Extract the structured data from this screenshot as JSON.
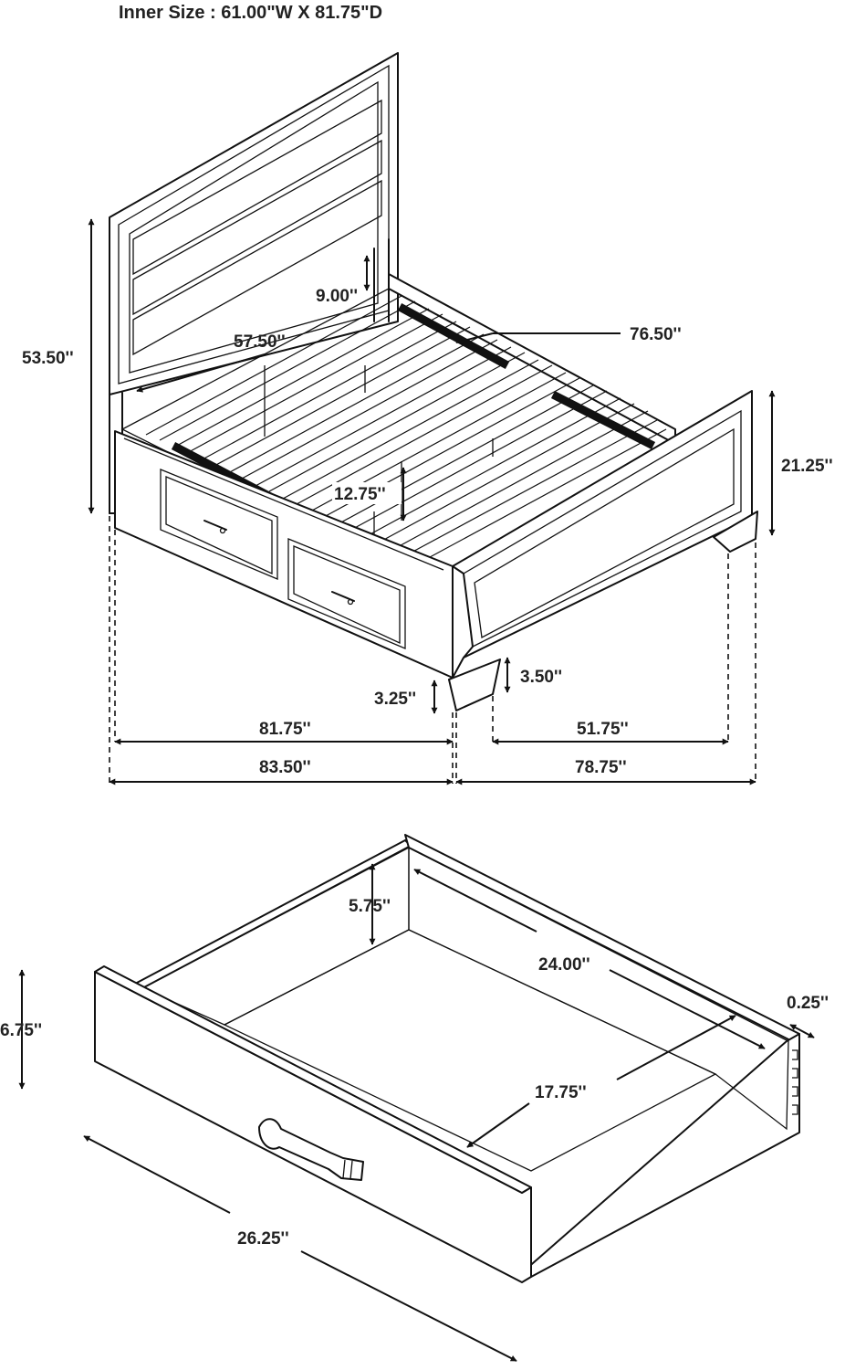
{
  "title": "Inner Size : 61.00\"W X 81.75\"D",
  "bed": {
    "headboard_height": "53.50''",
    "headboard_gap": "9.00''",
    "inner_width": "57.50''",
    "side_length": "76.50''",
    "footboard_height": "21.25''",
    "rail_height": "12.75''",
    "leg_height_front": "3.25''",
    "leg_height_side": "3.50''",
    "inner_depth": "81.75''",
    "overall_depth": "83.50''",
    "footboard_width": "51.75''",
    "overall_width": "78.75''"
  },
  "drawer": {
    "side_height": "5.75''",
    "front_height": "6.75''",
    "side_depth": "24.00''",
    "wall_thickness": "0.25''",
    "inner_width": "17.75''",
    "front_width": "26.25''"
  }
}
